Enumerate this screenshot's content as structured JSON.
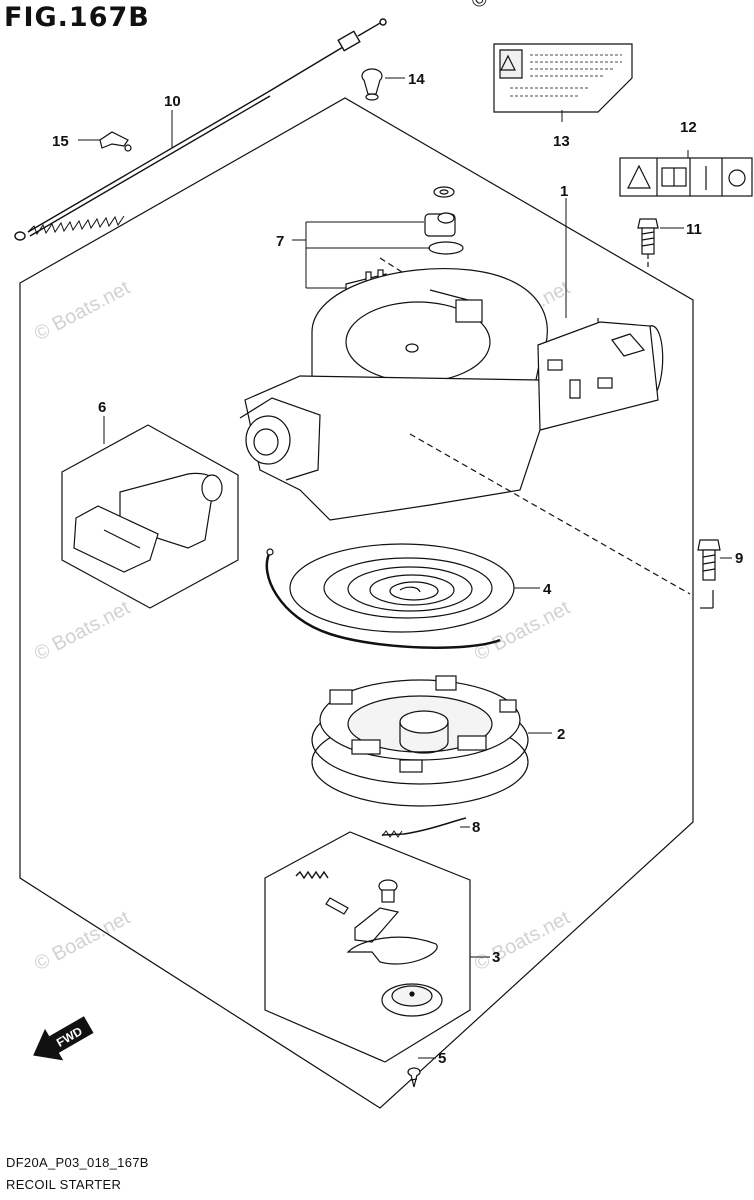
{
  "figure": {
    "title": "FIG.167B",
    "code": "DF20A_P03_018_167B",
    "name": "RECOIL STARTER"
  },
  "watermark": {
    "top": "© Bo",
    "repeated": "© Boats.net"
  },
  "direction_label": "FWD",
  "callouts": [
    "1",
    "2",
    "3",
    "4",
    "5",
    "6",
    "7",
    "8",
    "9",
    "10",
    "11",
    "12",
    "13",
    "14",
    "15"
  ],
  "colors": {
    "line": "#111111",
    "watermark": "#d2d2d2",
    "shade": "#e6e6e6"
  }
}
